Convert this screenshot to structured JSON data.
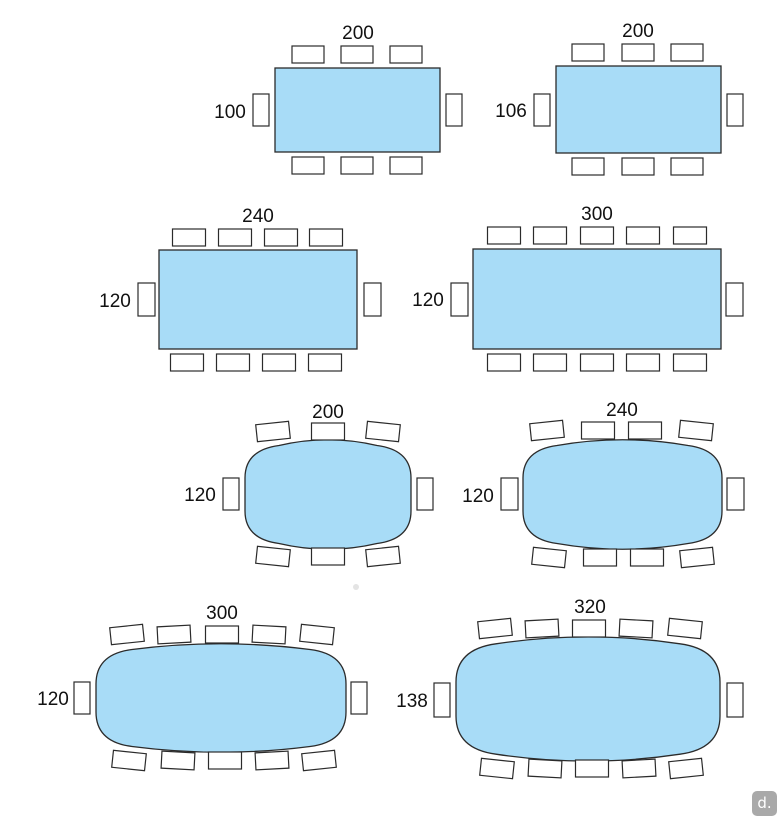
{
  "colors": {
    "table_fill": "#a8dcf7",
    "table_stroke": "#2b2b2b",
    "chair_fill": "#ffffff",
    "chair_stroke": "#2b2b2b"
  },
  "watermark": {
    "text": "d."
  },
  "tables": [
    {
      "id": "rect-200x100",
      "shape": "rectangle",
      "length_label": "200",
      "width_label": "100",
      "chairs_per_long_side": 3,
      "chairs_per_end": 1
    },
    {
      "id": "rect-200x106",
      "shape": "rectangle",
      "length_label": "200",
      "width_label": "106",
      "chairs_per_long_side": 3,
      "chairs_per_end": 1
    },
    {
      "id": "rect-240x120",
      "shape": "rectangle",
      "length_label": "240",
      "width_label": "120",
      "chairs_per_long_side": 4,
      "chairs_per_end": 1
    },
    {
      "id": "rect-300x120",
      "shape": "rectangle",
      "length_label": "300",
      "width_label": "120",
      "chairs_per_long_side": 5,
      "chairs_per_end": 1
    },
    {
      "id": "barrel-200x120",
      "shape": "barrel",
      "length_label": "200",
      "width_label": "120",
      "chairs_per_long_side": 3,
      "chairs_per_end": 1
    },
    {
      "id": "barrel-240x120",
      "shape": "barrel",
      "length_label": "240",
      "width_label": "120",
      "chairs_per_long_side": 4,
      "chairs_per_end": 1
    },
    {
      "id": "barrel-300x120",
      "shape": "barrel",
      "length_label": "300",
      "width_label": "120",
      "chairs_per_long_side": 5,
      "chairs_per_end": 1
    },
    {
      "id": "barrel-320x138",
      "shape": "barrel",
      "length_label": "320",
      "width_label": "138",
      "chairs_per_long_side": 5,
      "chairs_per_end": 1
    }
  ]
}
